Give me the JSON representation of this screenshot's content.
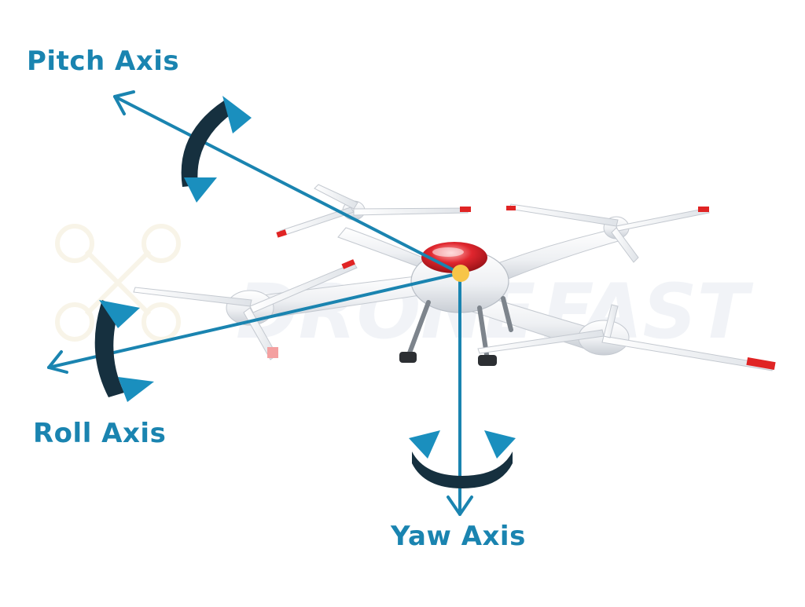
{
  "labels": {
    "pitch": "Pitch Axis",
    "roll": "Roll Axis",
    "yaw": "Yaw Axis"
  },
  "colors": {
    "axis": "#1a84b0",
    "arrow_dark": "#16303f",
    "arrow_accent": "#1a8fbe",
    "center_dot": "#f7c548",
    "drone_body": "#eef0f3",
    "drone_canopy": "#d9232c",
    "prop_tip": "#e02424",
    "watermark": "#e9edf2"
  },
  "icons": {
    "pitch_rotation": "rotation-arrow-icon",
    "roll_rotation": "rotation-arrow-icon",
    "yaw_rotation": "rotation-arrow-icon"
  }
}
